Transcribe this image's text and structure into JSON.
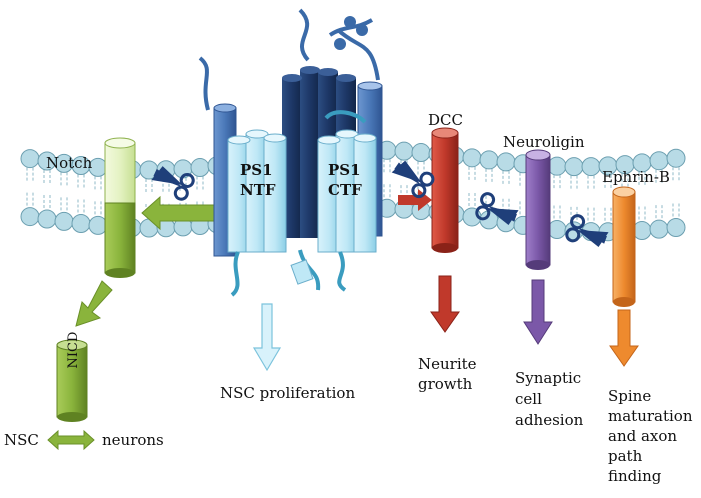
{
  "diagram": {
    "labels": {
      "notch": "Notch",
      "nicd": "NICD",
      "nsc_left": "NSC",
      "neurons": "neurons",
      "ps1_ntf_line1": "PS1",
      "ps1_ntf_line2": "NTF",
      "ps1_ctf_line1": "PS1",
      "ps1_ctf_line2": "CTF",
      "nsc_proliferation": "NSC proliferation",
      "dcc": "DCC",
      "neuroligin": "Neuroligin",
      "ephrin_b": "Ephrin-B",
      "neurite_growth_line1": "Neurite",
      "neurite_growth_line2": "growth",
      "synaptic_line1": "Synaptic",
      "synaptic_line2": "cell",
      "synaptic_line3": "adhesion",
      "spine_line1": "Spine",
      "spine_line2": "maturation",
      "spine_line3": "and axon",
      "spine_line4": "path",
      "spine_line5": "finding"
    },
    "colors": {
      "membrane_bead": "#b8dbe6",
      "membrane_bead_stroke": "#6c9fb0",
      "notch_green": "#8ab43c",
      "notch_light": "#e4f2c2",
      "ps1_light": "#bfe8f6",
      "ps1_dark": "#1f3d6e",
      "ps1_mid": "#4a78b8",
      "dcc_red": "#c0392b",
      "neuroligin_purple": "#7b58a8",
      "ephrin_orange": "#ee8a2e",
      "scissors": "#1f3f7a"
    },
    "icons": [
      "scissors-icon",
      "double-arrow-icon",
      "down-arrow-icon",
      "left-arrow-icon"
    ]
  }
}
